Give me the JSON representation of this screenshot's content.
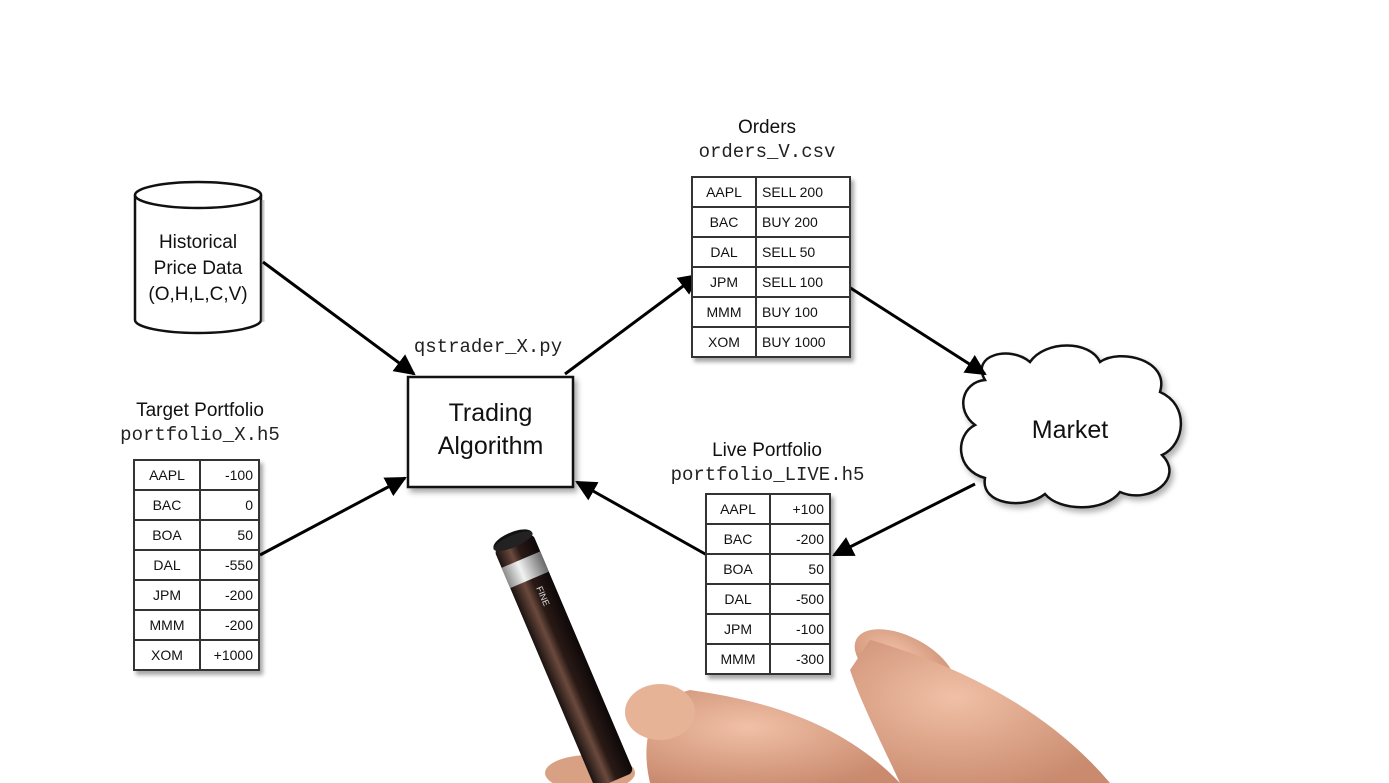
{
  "historical": {
    "lines": [
      "Historical",
      "Price Data",
      "(O,H,L,C,V)"
    ]
  },
  "algorithm": {
    "file": "qstrader_X.py",
    "lines": [
      "Trading",
      "Algorithm"
    ]
  },
  "orders": {
    "title": "Orders",
    "file": "orders_V.csv",
    "rows": [
      [
        "AAPL",
        "SELL 200"
      ],
      [
        "BAC",
        "BUY 200"
      ],
      [
        "DAL",
        "SELL 50"
      ],
      [
        "JPM",
        "SELL 100"
      ],
      [
        "MMM",
        "BUY 100"
      ],
      [
        "XOM",
        "BUY 1000"
      ]
    ]
  },
  "market": {
    "label": "Market"
  },
  "target": {
    "title": "Target Portfolio",
    "file": "portfolio_X.h5",
    "rows": [
      [
        "AAPL",
        "-100"
      ],
      [
        "BAC",
        "0"
      ],
      [
        "BOA",
        "50"
      ],
      [
        "DAL",
        "-550"
      ],
      [
        "JPM",
        "-200"
      ],
      [
        "MMM",
        "-200"
      ],
      [
        "XOM",
        "+1000"
      ]
    ]
  },
  "live": {
    "title": "Live Portfolio",
    "file": "portfolio_LIVE.h5",
    "rows": [
      [
        "AAPL",
        "+100"
      ],
      [
        "BAC",
        "-200"
      ],
      [
        "BOA",
        "50"
      ],
      [
        "DAL",
        "-500"
      ],
      [
        "JPM",
        "-100"
      ],
      [
        "MMM",
        "-300"
      ]
    ]
  },
  "pen": {
    "brand": "FINE"
  }
}
